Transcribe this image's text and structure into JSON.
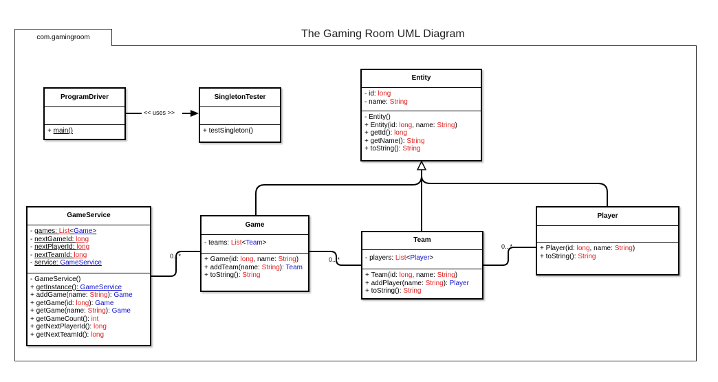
{
  "package": "com.gamingroom",
  "title": "The Gaming Room UML Diagram",
  "colors": {
    "primitive": "#e02020",
    "class_ref": "#1010cc"
  },
  "relations": {
    "uses_label": "<< uses >>",
    "multiplicity": "0...*"
  },
  "classes": {
    "entity": {
      "name": "Entity",
      "attributes": [
        [
          {
            "t": "- id: "
          },
          {
            "t": "long",
            "c": "red"
          }
        ],
        [
          {
            "t": "- name: "
          },
          {
            "t": "String",
            "c": "red"
          }
        ]
      ],
      "operations": [
        [
          {
            "t": "- Entity()"
          }
        ],
        [
          {
            "t": "+ Entity(id: "
          },
          {
            "t": "long",
            "c": "red"
          },
          {
            "t": ", name: "
          },
          {
            "t": "String",
            "c": "red"
          },
          {
            "t": ")"
          }
        ],
        [
          {
            "t": "+ getId(): "
          },
          {
            "t": "long",
            "c": "red"
          }
        ],
        [
          {
            "t": "+ getName(): "
          },
          {
            "t": "String",
            "c": "red"
          }
        ],
        [
          {
            "t": "+ toString(): "
          },
          {
            "t": "String",
            "c": "red"
          }
        ]
      ]
    },
    "program_driver": {
      "name": "ProgramDriver",
      "attributes": [],
      "operations": [
        [
          {
            "t": "+ "
          },
          {
            "t": "main()",
            "u": true
          }
        ]
      ]
    },
    "singleton_tester": {
      "name": "SingletonTester",
      "attributes": [],
      "operations": [
        [
          {
            "t": "+ testSingleton()"
          }
        ]
      ]
    },
    "game_service": {
      "name": "GameService",
      "attributes": [
        [
          {
            "t": "- "
          },
          {
            "t": "games: ",
            "u": true
          },
          {
            "t": "List",
            "c": "red",
            "u": true
          },
          {
            "t": "<",
            "u": true
          },
          {
            "t": "Game",
            "c": "blue",
            "u": true
          },
          {
            "t": ">",
            "u": true
          }
        ],
        [
          {
            "t": "- "
          },
          {
            "t": "nextGameId: ",
            "u": true
          },
          {
            "t": "long",
            "c": "red",
            "u": true
          }
        ],
        [
          {
            "t": "- "
          },
          {
            "t": "nextPlayerId: ",
            "u": true
          },
          {
            "t": "long",
            "c": "red",
            "u": true
          }
        ],
        [
          {
            "t": "- "
          },
          {
            "t": "nextTeamId: ",
            "u": true
          },
          {
            "t": "long",
            "c": "red",
            "u": true
          }
        ],
        [
          {
            "t": "- "
          },
          {
            "t": "service: ",
            "u": true
          },
          {
            "t": "GameService",
            "c": "blue",
            "u": true
          }
        ]
      ],
      "operations": [
        [
          {
            "t": "- GameService()"
          }
        ],
        [
          {
            "t": "+ "
          },
          {
            "t": "getInstance(): ",
            "u": true
          },
          {
            "t": "GameService",
            "c": "blue",
            "u": true
          }
        ],
        [
          {
            "t": "+ addGame(name: "
          },
          {
            "t": "String",
            "c": "red"
          },
          {
            "t": "): "
          },
          {
            "t": "Game",
            "c": "blue"
          }
        ],
        [
          {
            "t": "+ getGame(id: "
          },
          {
            "t": "long",
            "c": "red"
          },
          {
            "t": "): "
          },
          {
            "t": "Game",
            "c": "blue"
          }
        ],
        [
          {
            "t": "+ getGame(name: "
          },
          {
            "t": "String",
            "c": "red"
          },
          {
            "t": "): "
          },
          {
            "t": "Game",
            "c": "blue"
          }
        ],
        [
          {
            "t": "+ getGameCount(): "
          },
          {
            "t": "int",
            "c": "red"
          }
        ],
        [
          {
            "t": "+ getNextPlayerId(): "
          },
          {
            "t": "long",
            "c": "red"
          }
        ],
        [
          {
            "t": "+ getNextTeamId(): "
          },
          {
            "t": "long",
            "c": "red"
          }
        ]
      ]
    },
    "game": {
      "name": "Game",
      "attributes": [
        [
          {
            "t": "- teams: "
          },
          {
            "t": "List",
            "c": "red"
          },
          {
            "t": "<"
          },
          {
            "t": "Team",
            "c": "blue"
          },
          {
            "t": ">"
          }
        ]
      ],
      "operations": [
        [
          {
            "t": "+ Game(id: "
          },
          {
            "t": "long",
            "c": "red"
          },
          {
            "t": ", name: "
          },
          {
            "t": "String",
            "c": "red"
          },
          {
            "t": ")"
          }
        ],
        [
          {
            "t": "+ addTeam(name: "
          },
          {
            "t": "String",
            "c": "red"
          },
          {
            "t": "): "
          },
          {
            "t": "Team",
            "c": "blue"
          }
        ],
        [
          {
            "t": "+ toString(): "
          },
          {
            "t": "String",
            "c": "red"
          }
        ]
      ]
    },
    "team": {
      "name": "Team",
      "attributes": [
        [
          {
            "t": "- players: "
          },
          {
            "t": "List",
            "c": "red"
          },
          {
            "t": "<"
          },
          {
            "t": "Player",
            "c": "blue"
          },
          {
            "t": ">"
          }
        ]
      ],
      "operations": [
        [
          {
            "t": "+ Team(id: "
          },
          {
            "t": "long",
            "c": "red"
          },
          {
            "t": ", name: "
          },
          {
            "t": "String",
            "c": "red"
          },
          {
            "t": ")"
          }
        ],
        [
          {
            "t": "+ addPlayer(name: "
          },
          {
            "t": "String",
            "c": "red"
          },
          {
            "t": "): "
          },
          {
            "t": "Player",
            "c": "blue"
          }
        ],
        [
          {
            "t": "+ toString(): "
          },
          {
            "t": "String",
            "c": "red"
          }
        ]
      ]
    },
    "player": {
      "name": "Player",
      "attributes": [],
      "operations": [
        [
          {
            "t": "+ Player(id: "
          },
          {
            "t": "long",
            "c": "red"
          },
          {
            "t": ", name: "
          },
          {
            "t": "String",
            "c": "red"
          },
          {
            "t": ")"
          }
        ],
        [
          {
            "t": "+ toString(): "
          },
          {
            "t": "String",
            "c": "red"
          }
        ]
      ]
    }
  }
}
